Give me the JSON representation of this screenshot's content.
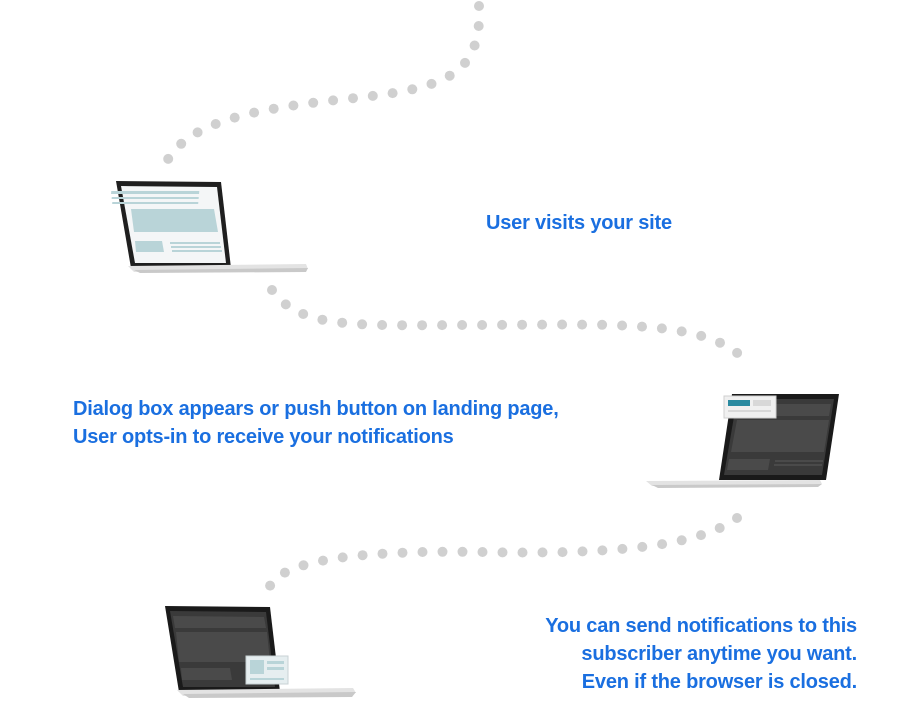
{
  "flow": {
    "dot_color": "#d0d0d0",
    "text_color": "#1a6fe0",
    "steps": [
      {
        "id": "visit",
        "lines": [
          "User visits your site"
        ],
        "laptop_theme": "light",
        "laptop_icon": "laptop-light-screen-icon"
      },
      {
        "id": "opt-in",
        "lines": [
          "Dialog box appears or push button on landing page,",
          "User opts-in to receive your notifications"
        ],
        "laptop_theme": "dark",
        "laptop_icon": "laptop-dark-dialog-icon"
      },
      {
        "id": "send",
        "lines": [
          "You can send notifications to this",
          "subscriber anytime you want.",
          "Even if the browser is closed."
        ],
        "laptop_theme": "dark",
        "laptop_icon": "laptop-dark-notification-icon"
      }
    ]
  }
}
